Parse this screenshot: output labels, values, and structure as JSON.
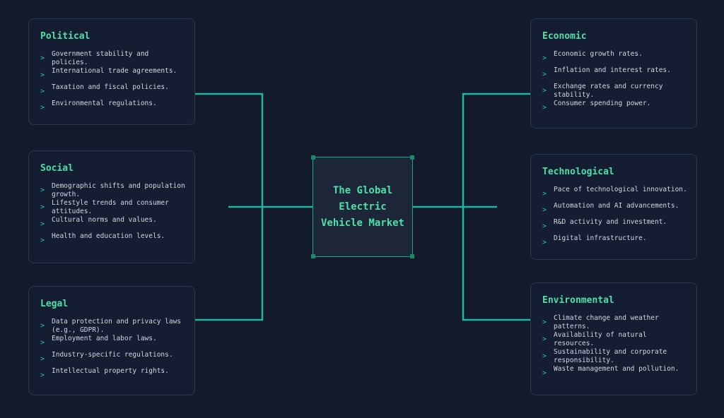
{
  "center": {
    "title": "The Global Electric Vehicle Market"
  },
  "marker": ">",
  "colors": {
    "background": "#121a2c",
    "card": "#141d31",
    "accent": "#4ee0a8",
    "connector": "#1fb5a0"
  },
  "political": {
    "title": "Political",
    "items": [
      "Government stability and policies.",
      "International trade agreements.",
      "Taxation and fiscal policies.",
      "Environmental regulations."
    ]
  },
  "social": {
    "title": "Social",
    "items": [
      "Demographic shifts and population growth.",
      "Lifestyle trends and consumer attitudes.",
      "Cultural norms and values.",
      "Health and education levels."
    ]
  },
  "legal": {
    "title": "Legal",
    "items": [
      "Data protection and privacy laws (e.g., GDPR).",
      "Employment and labor laws.",
      "Industry-specific regulations.",
      "Intellectual property rights."
    ]
  },
  "economic": {
    "title": "Economic",
    "items": [
      "Economic growth rates.",
      "Inflation and interest rates.",
      "Exchange rates and currency stability.",
      "Consumer spending power."
    ]
  },
  "technological": {
    "title": "Technological",
    "items": [
      "Pace of technological innovation.",
      "Automation and AI advancements.",
      "R&D activity and investment.",
      "Digital infrastructure."
    ]
  },
  "environmental": {
    "title": "Environmental",
    "items": [
      "Climate change and weather patterns.",
      "Availability of natural resources.",
      "Sustainability and corporate responsibility.",
      "Waste management and pollution."
    ]
  }
}
